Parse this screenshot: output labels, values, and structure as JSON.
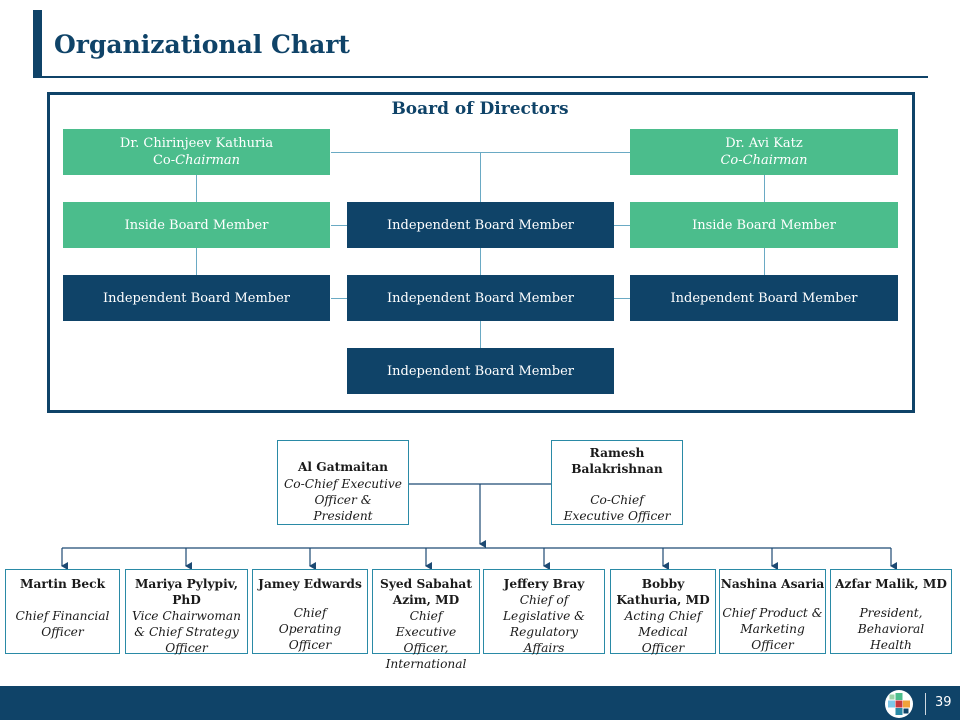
{
  "header": {
    "title": "Organizational Chart"
  },
  "board": {
    "title": "Board of Directors",
    "co_chair_left": {
      "name": "Dr. Chirinjeev Kathuria",
      "role_prefix": "Co-",
      "role": "Chairman"
    },
    "co_chair_right": {
      "name": "Dr. Avi Katz",
      "role_prefix": "Co-",
      "role": "Chairman"
    },
    "inside_left": "Inside Board Member",
    "independent_center_1": "Independent Board Member",
    "inside_right": "Inside Board Member",
    "independent_left": "Independent Board Member",
    "independent_center_2": "Independent Board Member",
    "independent_right": "Independent Board Member",
    "independent_center_3": "Independent Board Member"
  },
  "ceos": {
    "left": {
      "name": "Al Gatmaitan",
      "title": "Co-Chief Executive Officer & President"
    },
    "right": {
      "name": "Ramesh Balakrishnan",
      "title": "Co-Chief Executive Officer"
    }
  },
  "officers": [
    {
      "name": "Martin Beck",
      "title": "Chief Financial Officer"
    },
    {
      "name": "Mariya Pylypiv, PhD",
      "title": "Vice Chairwoman & Chief Strategy Officer"
    },
    {
      "name": "Jamey Edwards",
      "title": "Chief Operating Officer"
    },
    {
      "name": "Syed Sabahat Azim, MD",
      "title": "Chief Executive Officer, International"
    },
    {
      "name": "Jeffery Bray",
      "title": "Chief of Legislative & Regulatory Affairs"
    },
    {
      "name": "Bobby Kathuria, MD",
      "title": "Acting Chief Medical Officer"
    },
    {
      "name": "Nashina Asaria",
      "title": "Chief Product & Marketing Officer"
    },
    {
      "name": "Azfar Malik, MD",
      "title": "President, Behavioral Health"
    }
  ],
  "footer": {
    "page_number": "39",
    "logo_icon": "medical-cross-logo-icon"
  },
  "colors": {
    "navy": "#0f4368",
    "green": "#4bbd8c",
    "connector": "#6aaac4",
    "exec_border": "#2a8aa6"
  }
}
